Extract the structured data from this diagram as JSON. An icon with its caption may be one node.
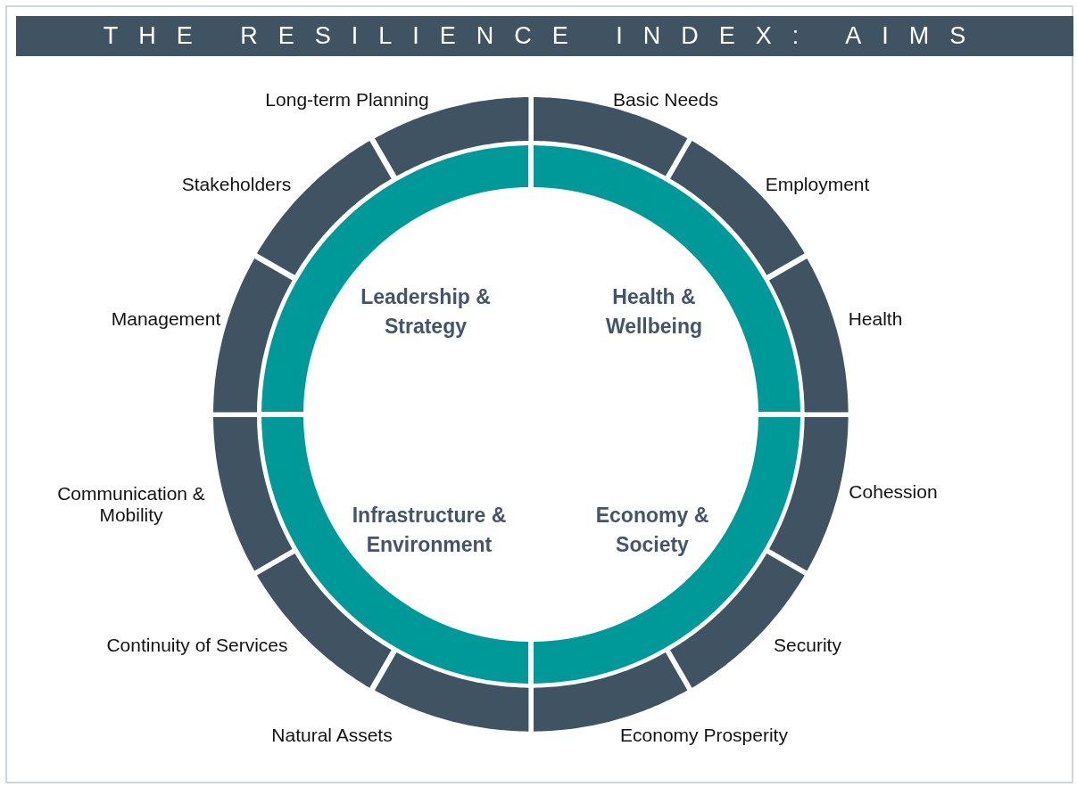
{
  "diagram": {
    "title": "THE RESILIENCE INDEX: AIMS",
    "nodes": [
      {
        "text": [
          "Leadership & Strategy"
        ]
      },
      {
        "text": [
          "Health & Wellbeing"
        ]
      },
      {
        "text": [
          "Economy & Society"
        ]
      },
      {
        "text": [
          "Infrastructure & Environment"
        ]
      },
      {
        "text": [
          "Basic Needs"
        ]
      },
      {
        "text": [
          "Employment"
        ]
      },
      {
        "text": [
          "Health"
        ]
      },
      {
        "text": [
          "Cohession"
        ]
      },
      {
        "text": [
          "Security"
        ]
      },
      {
        "text": [
          "Economy Prosperity"
        ]
      },
      {
        "text": [
          "Natural Assets"
        ]
      },
      {
        "text": [
          "Continuity of Services"
        ]
      },
      {
        "text": [
          "Communication & Mobility"
        ]
      },
      {
        "text": [
          "Management"
        ]
      },
      {
        "text": [
          "Stakeholders"
        ]
      },
      {
        "text": [
          "Long-term Planning"
        ]
      }
    ]
  }
}
